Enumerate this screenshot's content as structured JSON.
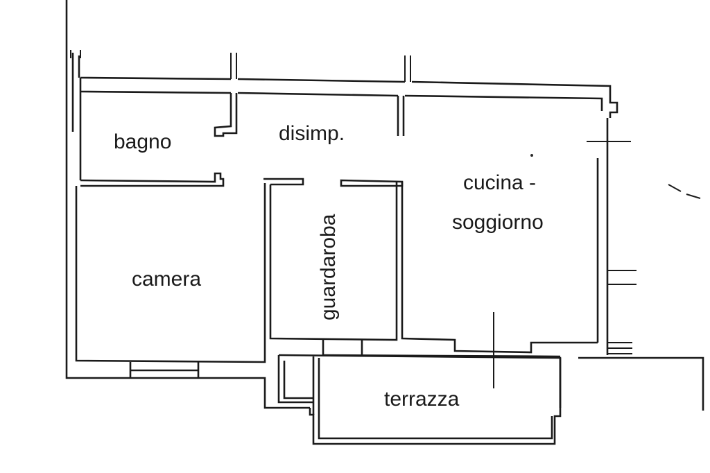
{
  "floorplan": {
    "rooms": {
      "bagno": "bagno",
      "disimp": "disimp.",
      "cucina_line1": "cucina -",
      "cucina_line2": "soggiorno",
      "camera": "camera",
      "guardaroba": "guardaroba",
      "terrazza": "terrazza"
    }
  }
}
